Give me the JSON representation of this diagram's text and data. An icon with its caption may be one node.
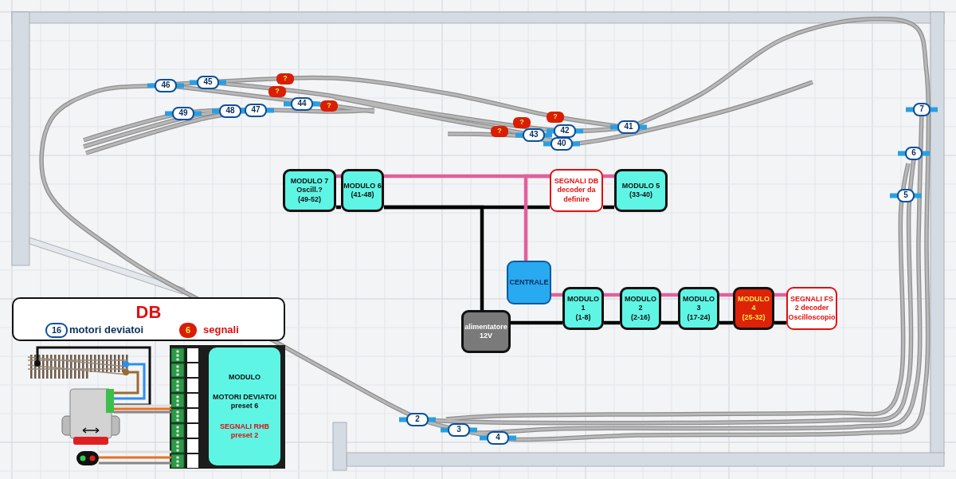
{
  "diagram": {
    "nodes": [
      {
        "text": [
          "46"
        ]
      },
      {
        "text": [
          "45"
        ]
      },
      {
        "text": [
          "?"
        ]
      },
      {
        "text": [
          "?"
        ]
      },
      {
        "text": [
          "44"
        ]
      },
      {
        "text": [
          "?"
        ]
      },
      {
        "text": [
          "49"
        ]
      },
      {
        "text": [
          "48"
        ]
      },
      {
        "text": [
          "47"
        ]
      },
      {
        "text": [
          "?"
        ]
      },
      {
        "text": [
          "?"
        ]
      },
      {
        "text": [
          "42"
        ]
      },
      {
        "text": [
          "?"
        ]
      },
      {
        "text": [
          "43"
        ]
      },
      {
        "text": [
          "41"
        ]
      },
      {
        "text": [
          "40"
        ]
      },
      {
        "text": [
          "7"
        ]
      },
      {
        "text": [
          "6"
        ]
      },
      {
        "text": [
          "5"
        ]
      },
      {
        "text": [
          "MODULO 7",
          "Oscill.?",
          "(49-52)"
        ]
      },
      {
        "text": [
          "MODULO 6",
          "(41-48)"
        ]
      },
      {
        "text": [
          "SEGNALI DB",
          "decoder da definire"
        ]
      },
      {
        "text": [
          "MODULO 5",
          "(33-40)"
        ]
      },
      {
        "text": [
          "CENTRALE"
        ]
      },
      {
        "text": [
          "MODULO 1",
          "(1-8)"
        ]
      },
      {
        "text": [
          "MODULO 2",
          "(2-16)"
        ]
      },
      {
        "text": [
          "MODULO 3",
          "(17-24)"
        ]
      },
      {
        "text": [
          "MODULO 4",
          "(25-32)"
        ]
      },
      {
        "text": [
          "SEGNALI FS",
          "2 decoder Oscilloscopio"
        ]
      },
      {
        "text": [
          "alimentatore 12V"
        ]
      },
      {
        "text": [
          "MODULO",
          "MOTORI DEVIATOI preset 6",
          "SEGNALI RHB preset 2"
        ]
      },
      {
        "text": [
          "2"
        ]
      },
      {
        "text": [
          "3"
        ]
      },
      {
        "text": [
          "4"
        ]
      }
    ],
    "edges": [
      {
        "from": 29,
        "to": 24,
        "arrow": "none",
        "color": "#000000"
      },
      {
        "from": 24,
        "to": 25,
        "arrow": "none",
        "color": "#000000"
      },
      {
        "from": 25,
        "to": 26,
        "arrow": "none",
        "color": "#000000"
      },
      {
        "from": 26,
        "to": 27,
        "arrow": "none",
        "color": "#000000"
      },
      {
        "from": 27,
        "to": 28,
        "arrow": "none",
        "color": "#000000"
      },
      {
        "from": 29,
        "to": 20,
        "arrow": "none",
        "color": "#000000"
      },
      {
        "from": 19,
        "to": 20,
        "arrow": "none",
        "color": "#000000"
      },
      {
        "from": 20,
        "to": 21,
        "arrow": "none",
        "color": "#000000"
      },
      {
        "from": 21,
        "to": 22,
        "arrow": "none",
        "color": "#000000"
      },
      {
        "from": 23,
        "to": 24,
        "arrow": "none",
        "color": "#e0609c"
      },
      {
        "from": 24,
        "to": 25,
        "arrow": "none",
        "color": "#e0609c"
      },
      {
        "from": 25,
        "to": 26,
        "arrow": "none",
        "color": "#e0609c"
      },
      {
        "from": 26,
        "to": 27,
        "arrow": "none",
        "color": "#e0609c"
      },
      {
        "from": 27,
        "to": 28,
        "arrow": "none",
        "color": "#e0609c"
      },
      {
        "from": 23,
        "to": 21,
        "arrow": "none",
        "color": "#e0609c"
      },
      {
        "from": 19,
        "to": 20,
        "arrow": "none",
        "color": "#e0609c"
      },
      {
        "from": 20,
        "to": 21,
        "arrow": "none",
        "color": "#e0609c"
      },
      {
        "from": 21,
        "to": 22,
        "arrow": "none",
        "color": "#e0609c"
      }
    ],
    "labels": [
      "DB",
      "16",
      "6"
    ],
    "legend": [
      {
        "text": "motori deviatoi"
      },
      {
        "text": "segnali"
      }
    ]
  }
}
